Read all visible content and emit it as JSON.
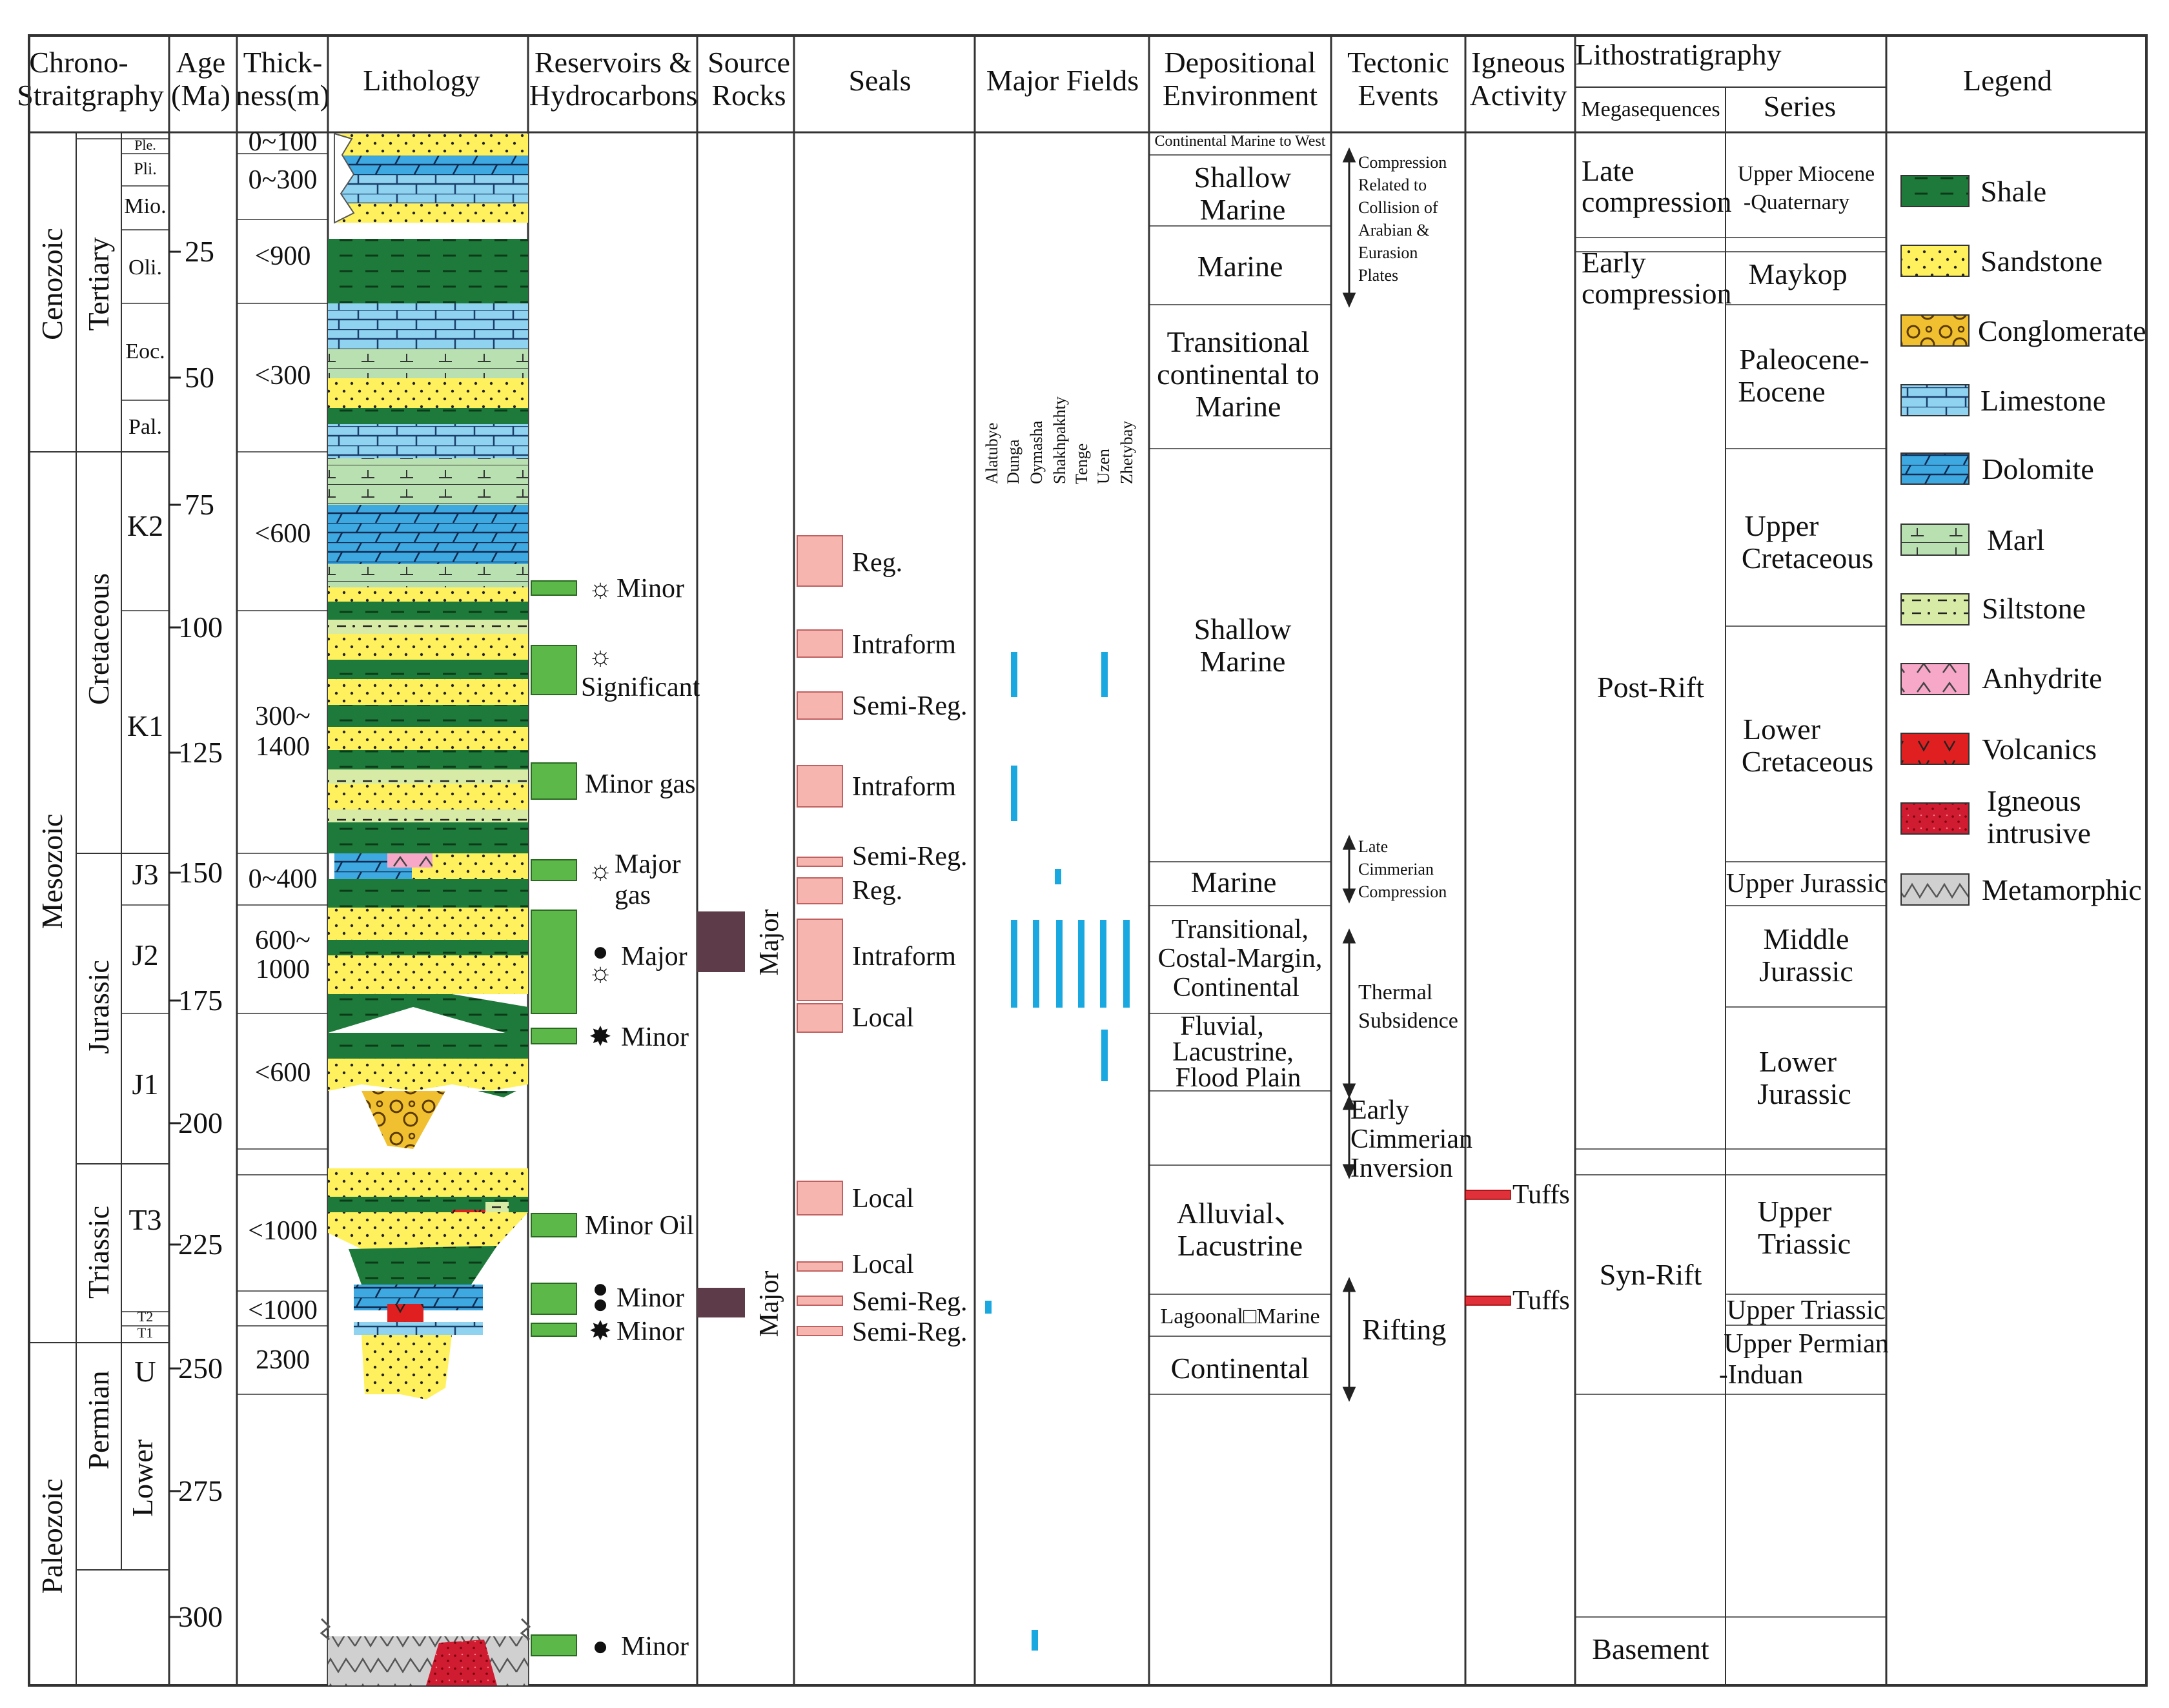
{
  "headers": {
    "chrono": [
      "Chrono-",
      "Straitgraphy"
    ],
    "age": [
      "Age",
      "(Ma)"
    ],
    "thickness": [
      "Thick-",
      "ness(m)"
    ],
    "lithology": "Lithology",
    "reservoirs": [
      "Reservoirs &",
      "Hydrocarbons"
    ],
    "source": [
      "Source",
      "Rocks"
    ],
    "seals": "Seals",
    "fields": "Major Fields",
    "depo": [
      "Depositional",
      "Environment"
    ],
    "tectonic": [
      "Tectonic",
      "Events"
    ],
    "igneous": [
      "Igneous",
      "Activity"
    ],
    "litho_strat": "Lithostratigraphy",
    "megaseq": "Megasequences",
    "series": "Series",
    "legend": "Legend"
  },
  "eras": [
    "Cenozoic",
    "Mesozoic",
    "Paleozoic"
  ],
  "periods": [
    "Tertiary",
    "Cretaceous",
    "Jurassic",
    "Triassic",
    "Permian"
  ],
  "epochs": [
    "Plе.",
    "Pli.",
    "Mio.",
    "Oli.",
    "Eoc.",
    "Pal.",
    "K2",
    "K1",
    "J3",
    "J2",
    "J1",
    "T3",
    "T2",
    "T1",
    "U",
    "Lower"
  ],
  "ages": [
    "25",
    "50",
    "75",
    "100",
    "125",
    "150",
    "175",
    "200",
    "225",
    "250",
    "275",
    "300"
  ],
  "thickness": [
    "0~100",
    "0~300",
    "<900",
    "<300",
    "<600",
    "300~",
    "1400",
    "0~400",
    "600~",
    "1000",
    "<600",
    "<1000",
    "<1000",
    "2300"
  ],
  "reservoirs": [
    {
      "label": "Minor",
      "symbol": "☼"
    },
    {
      "label": "Significant",
      "symbol": "☼"
    },
    {
      "label": "Minor gas",
      "symbol": ""
    },
    {
      "label": "Major",
      "label2": "gas",
      "symbol": "☼"
    },
    {
      "label": "Major",
      "symbol": "●"
    },
    {
      "label": "Minor",
      "symbol": "✸"
    },
    {
      "label": "Minor Oil",
      "symbol": ""
    },
    {
      "label": "Minor",
      "symbol": "●"
    },
    {
      "label": "Minor",
      "symbol": "✸"
    },
    {
      "label": "Minor",
      "symbol": "●"
    }
  ],
  "source_rocks": [
    "Major",
    "Major"
  ],
  "seals": [
    "Reg.",
    "Intraform",
    "Semi-Reg.",
    "Intraform",
    "Semi-Reg.",
    "Reg.",
    "Intraform",
    "Local",
    "Local",
    "Local",
    "Semi-Reg.",
    "Semi-Reg."
  ],
  "fields": [
    "Alatubye",
    "Dunga",
    "Oymasha",
    "Shakhpakhty",
    "Tenge",
    "Uzen",
    "Zhetybay"
  ],
  "depositional": [
    [
      "Continental Marine to West"
    ],
    [
      "Shallow",
      "Marine"
    ],
    [
      "Marine"
    ],
    [
      "Transitional",
      "continental to",
      "Marine"
    ],
    [
      "Shallow",
      "Marine"
    ],
    [
      "Marine"
    ],
    [
      "Transitional,",
      "Costal-Margin,",
      "Continental"
    ],
    [
      "Fluvial,",
      "Lacustrine,",
      "Flood Plain"
    ],
    [
      "Alluvial、",
      "Lacustrine"
    ],
    [
      "Lagoonal□Marine"
    ],
    [
      "Continental"
    ]
  ],
  "tectonic": [
    [
      "Compression",
      "Related to",
      "Collision of",
      "Arabian &",
      "Eurasion",
      "Plates"
    ],
    [
      "Late",
      "Cimmerian",
      "Compression"
    ],
    [
      "Thermal",
      "Subsidence"
    ],
    [
      "Early",
      "Cimmerian",
      "Inversion"
    ],
    [
      "Rifting"
    ]
  ],
  "igneous": [
    "Tuffs",
    "Tuffs"
  ],
  "megasequences": [
    [
      "Late",
      "compression"
    ],
    [
      "Early",
      "compression"
    ],
    [
      "Post-Rift"
    ],
    [
      "Syn-Rift"
    ],
    [
      "Basement"
    ]
  ],
  "series": [
    [
      "Upper Miocene",
      "-Quaternary"
    ],
    [
      "Maykop"
    ],
    [
      "Paleocene-",
      "Eocene"
    ],
    [
      "Upper",
      "Cretaceous"
    ],
    [
      "Lower",
      "Cretaceous"
    ],
    [
      "Upper Jurassic"
    ],
    [
      "Middle",
      "Jurassic"
    ],
    [
      "Lower",
      "Jurassic"
    ],
    [
      "Upper",
      "Triassic"
    ],
    [
      "Upper Triassic"
    ],
    [
      "Upper Permian",
      "-Induan"
    ]
  ],
  "legend": [
    {
      "label": "Shale",
      "pattern": "shale"
    },
    {
      "label": "Sandstone",
      "pattern": "sand"
    },
    {
      "label": "Conglomerate",
      "pattern": "cong"
    },
    {
      "label": "Limestone",
      "pattern": "lime"
    },
    {
      "label": "Dolomite",
      "pattern": "dolo"
    },
    {
      "label": "Marl",
      "pattern": "marl"
    },
    {
      "label": "Siltstone",
      "pattern": "silt"
    },
    {
      "label": "Anhydrite",
      "pattern": "anhy"
    },
    {
      "label": "Volcanics",
      "pattern": "volc"
    },
    {
      "label": "Igneous",
      "label2": "intrusive",
      "pattern": "ign"
    },
    {
      "label": "Metamorphic",
      "pattern": "meta"
    }
  ],
  "colors": {
    "shale": "#1e7a3a",
    "sand": "#fff15e",
    "lime": "#8fd3f0",
    "dolo": "#3ea8e0",
    "marl": "#b8e0b0",
    "silt": "#d8eba6",
    "anhy": "#f7a8c8",
    "volc": "#e02020",
    "ign": "#d01c30",
    "meta": "#d0d0d0",
    "cong": "#f0c030",
    "reservoir": "#5cb848",
    "source": "#5e3b48",
    "seal": "#f7b5b0",
    "field": "#1aa8e0",
    "tuff": "#e0303a"
  }
}
